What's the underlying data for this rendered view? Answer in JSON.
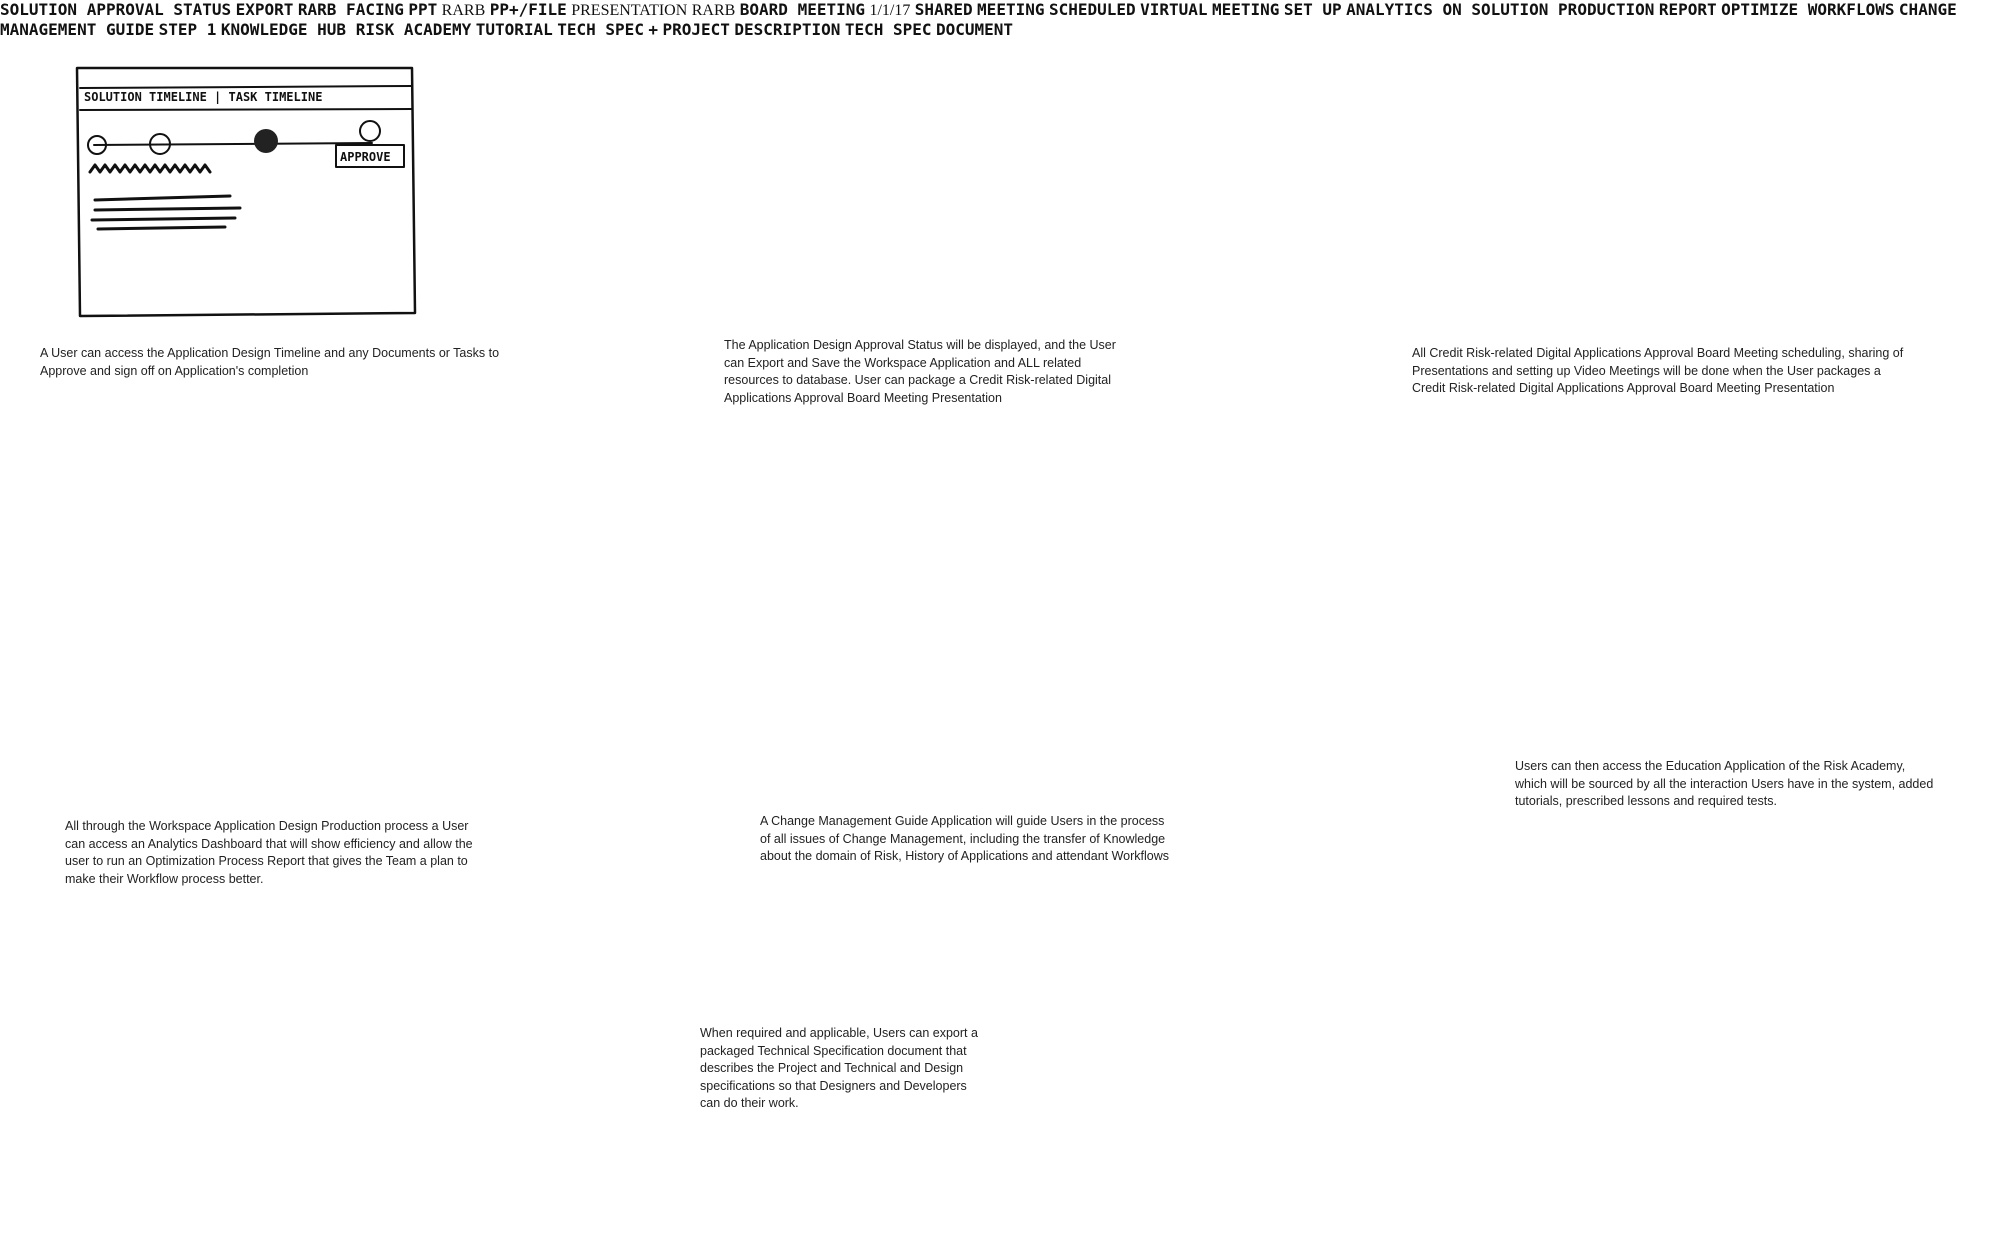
{
  "step1": {
    "tabs": "SOLUTION TIMELINE | TASK TIMELINE",
    "approve": "APPROVE",
    "caption": "A User can access the Application Design Timeline and any Documents or Tasks to Approve and sign off on Application's completion"
  },
  "step2": {
    "title": "SOLUTION APPROVAL STATUS",
    "export": "EXPORT",
    "rarb_facing": "RARB FACING",
    "ppt": "PPT",
    "caption": "The Application Design Approval Status will be displayed, and the User can Export and Save the Workspace Application and ALL related resources to database. User can package a Credit Risk-related Digital Applications Approval Board Meeting Presentation"
  },
  "step3": {
    "rarb": "RARB",
    "pp_file": "PP+/FILE",
    "presentation": "PRESENTATION",
    "rarb_big": "RARB",
    "board_meeting": "BOARD MEETING",
    "date": "1/1/17",
    "shared": "SHARED",
    "meeting": "MEETING",
    "scheduled": "SCHEDULED",
    "virtual": "VIRTUAL",
    "meeting2": "MEETING",
    "set_up": "SET UP",
    "caption": "All Credit Risk-related Digital Applications Approval Board Meeting scheduling, sharing of Presentations and setting up Video Meetings will be done when the User packages a Credit Risk-related Digital Applications Approval Board Meeting Presentation"
  },
  "step4": {
    "title": "ANALYTICS ON SOLUTION PRODUCTION",
    "report": "REPORT",
    "optimize": "OPTIMIZE WORKFLOWS",
    "caption": "All through the Workspace Application Design Production process a User can access an Analytics Dashboard that will show efficiency and allow the user to run an Optimization Process Report that gives the Team a plan to make their Workflow process better."
  },
  "step5": {
    "title": "CHANGE MANAGEMENT GUIDE",
    "step": "STEP 1",
    "caption": "A Change Management Guide Application will guide Users in the process of all issues of Change Management, including the transfer of Knowledge about the domain of Risk, History of Applications and attendant Workflows"
  },
  "step6": {
    "title": "KNOWLEDGE HUB RISK ACADEMY",
    "tutorial": "TUTORIAL",
    "caption": "Users can then access the Education Application of the Risk Academy, which will be sourced by all the interaction Users have in the system, added tutorials, prescribed lessons and required tests."
  },
  "step7": {
    "tech_spec": "TECH SPEC",
    "plus": "+",
    "project": "PROJECT",
    "description": "DESCRIPTION",
    "doc_line1": "TECH SPEC",
    "doc_line2": "DOCUMENT",
    "caption": "When required and applicable, Users can export a packaged Technical Specification document that describes the Project and Technical and Design specifications so that Designers and Developers can do their work."
  },
  "colors": {
    "ink": "#111111",
    "fill_dark": "#222222",
    "paper": "#ffffff"
  }
}
